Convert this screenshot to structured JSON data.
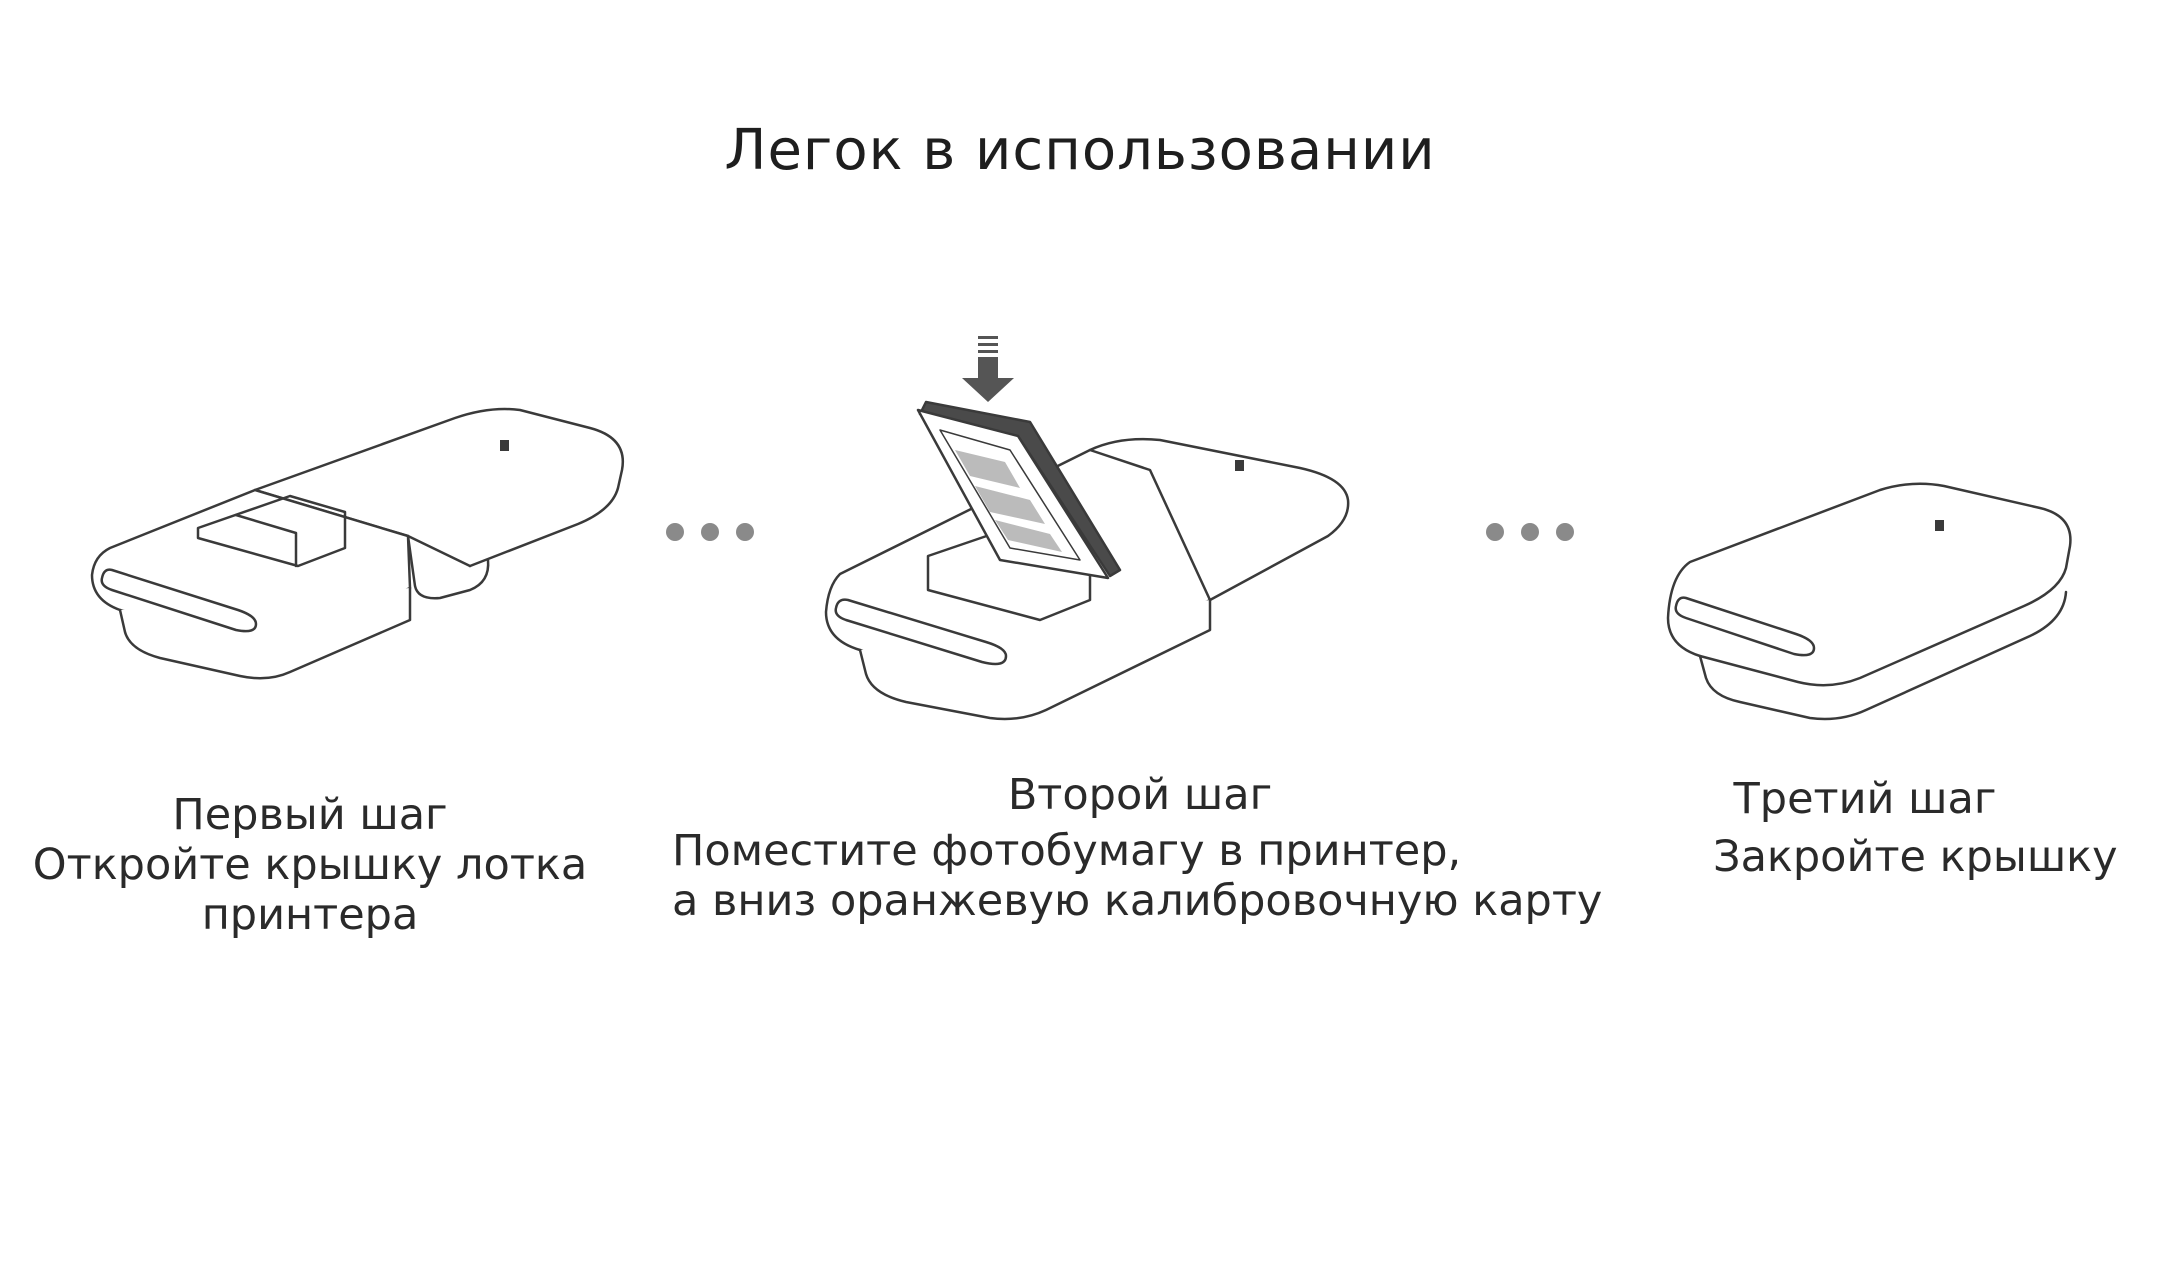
{
  "title": "Легок в использовании",
  "steps": [
    {
      "heading": "Первый шаг",
      "text_lines": [
        "Откройте крышку лотка",
        "принтера"
      ]
    },
    {
      "heading": "Второй шаг",
      "text_lines": [
        "Поместите фотобумагу в принтер,",
        "а вниз оранжевую калибровочную карту"
      ]
    },
    {
      "heading": "Третий шаг",
      "text_lines": [
        "Закройте крышку"
      ]
    }
  ],
  "icons": {
    "printer": "printer-icon",
    "arrow": "arrow-down-icon",
    "separator": "ellipsis-dots-icon",
    "paper": "photo-paper-stack-icon"
  },
  "colors": {
    "line": "#3a3a3a",
    "dots": "#8a8a8a",
    "text": "#222222",
    "arrow": "#555555"
  }
}
